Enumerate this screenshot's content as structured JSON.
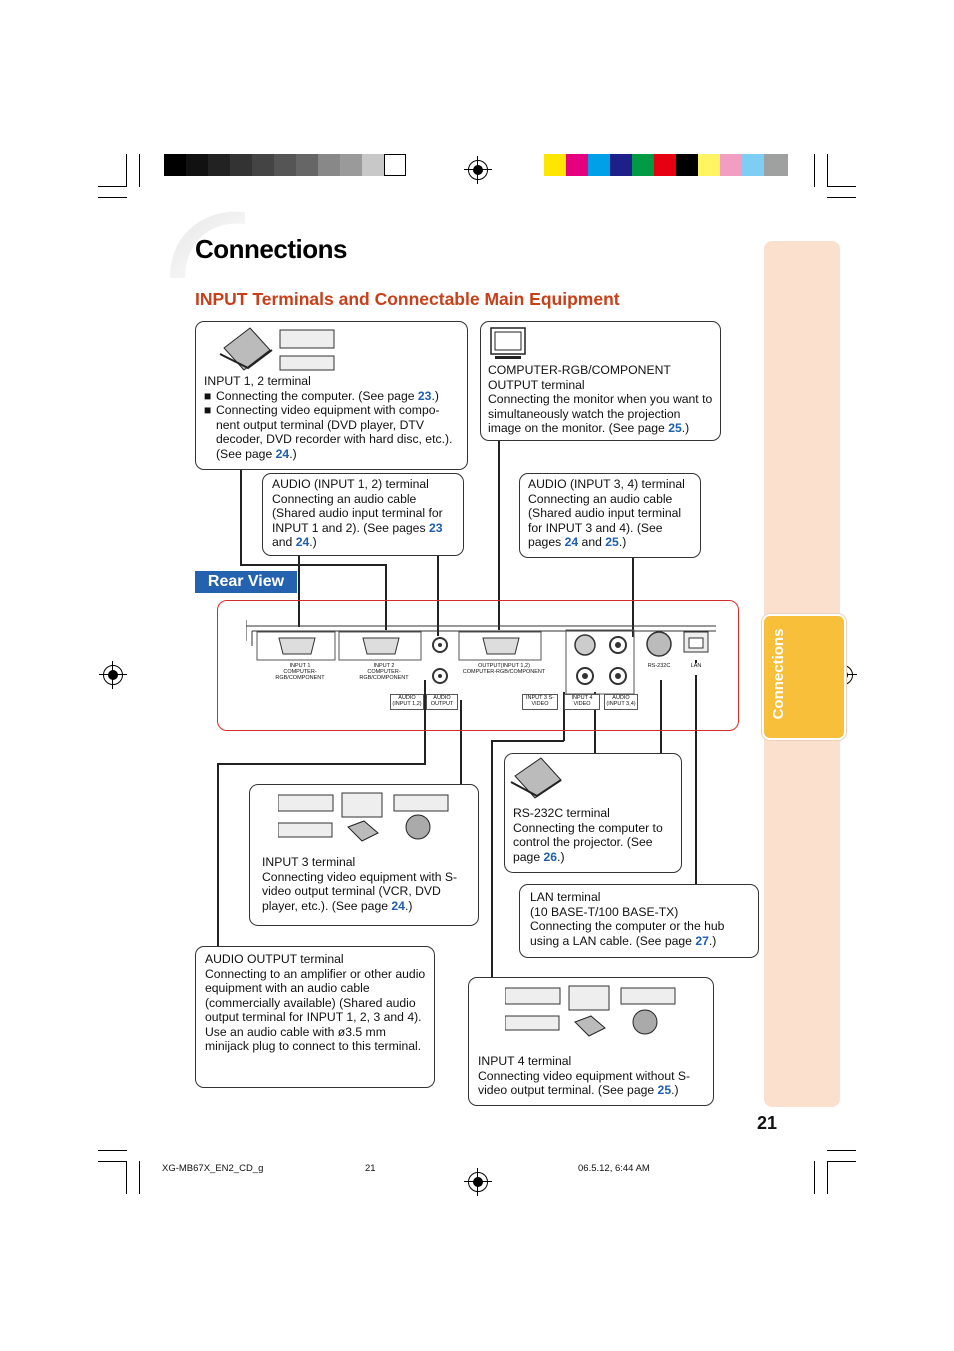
{
  "page": {
    "title": "Connections",
    "subtitle": "INPUT Terminals and Connectable Main Equipment",
    "side_tab_label": "Connections",
    "page_number": "21",
    "rear_view_label": "Rear View"
  },
  "boxes": {
    "input12": {
      "title": "INPUT 1, 2 terminal",
      "item1_text": "Connecting the computer. (See page ",
      "item1_page": "23",
      "item1_end": ".)",
      "item2_text": "Connecting video equipment with compo-nent output terminal (DVD player, DTV decoder, DVD recorder with hard disc, etc.). (See page ",
      "item2_page": "24",
      "item2_end": ".)"
    },
    "rgb_output": {
      "title": "COMPUTER-RGB/COMPONENT OUTPUT terminal",
      "text": "Connecting the monitor when you want to simultaneously watch the projection image on the monitor. (See page ",
      "page": "25",
      "end": ".)"
    },
    "audio12": {
      "title": "AUDIO (INPUT 1, 2) terminal",
      "text": "Connecting an audio cable (Shared audio input terminal for INPUT 1 and 2). (See pages ",
      "page1": "23",
      "and": " and ",
      "page2": "24",
      "end": ".)"
    },
    "audio34": {
      "title": "AUDIO (INPUT 3, 4) terminal",
      "text": "Connecting an audio cable (Shared audio input terminal for INPUT 3 and 4). (See pages ",
      "page1": "24",
      "and": " and ",
      "page2": "25",
      "end": ".)"
    },
    "input3": {
      "title": "INPUT 3 terminal",
      "text": "Connecting video equipment with S-video output terminal (VCR, DVD player, etc.). (See page ",
      "page": "24",
      "end": ".)"
    },
    "rs232": {
      "title": "RS-232C terminal",
      "text": "Connecting the computer to control the projector. (See page ",
      "page": "26",
      "end": ".)"
    },
    "lan": {
      "title": "LAN terminal",
      "subtitle": "(10 BASE-T/100 BASE-TX)",
      "text": "Connecting the computer or the hub using a LAN cable. (See page ",
      "page": "27",
      "end": ".)"
    },
    "audio_out": {
      "title": "AUDIO OUTPUT terminal",
      "text1": "Connecting to an amplifier or other audio equipment with an audio cable (commercially available) (Shared audio output terminal for INPUT 1, 2, 3 and 4).",
      "text2": "Use an audio cable with ø3.5 mm minijack plug to connect to this terminal."
    },
    "input4": {
      "title": "INPUT 4 terminal",
      "text": "Connecting video equipment without S-video output terminal. (See page ",
      "page": "25",
      "end": ".)"
    }
  },
  "panel_labels": {
    "input1": "INPUT 1",
    "input1_sub": "COMPUTER-RGB/COMPONENT",
    "input2": "INPUT 2",
    "input2_sub": "COMPUTER-RGB/COMPONENT",
    "output": "OUTPUT(INPUT 1,2)",
    "output_sub": "COMPUTER-RGB/COMPONENT",
    "audio_in12": "AUDIO (INPUT 1,2)",
    "audio_out": "AUDIO OUTPUT",
    "input3": "INPUT 3 S-VIDEO",
    "input4": "INPUT 4 VIDEO",
    "audio_in34": "AUDIO (INPUT 3,4)",
    "rs232c": "RS-232C",
    "lan": "LAN"
  },
  "footer": {
    "left": "XG-MB67X_EN2_CD_g",
    "center": "21",
    "right": "06.5.12, 6:44 AM"
  },
  "colors": {
    "accent_orange": "#c8401a",
    "page_ref_blue": "#1f5fae",
    "side_tab": "#fbe0cd",
    "side_tab_active": "#f7bf3a",
    "rear_view_bg": "#2462b0",
    "panel_border": "#d62b2b"
  }
}
